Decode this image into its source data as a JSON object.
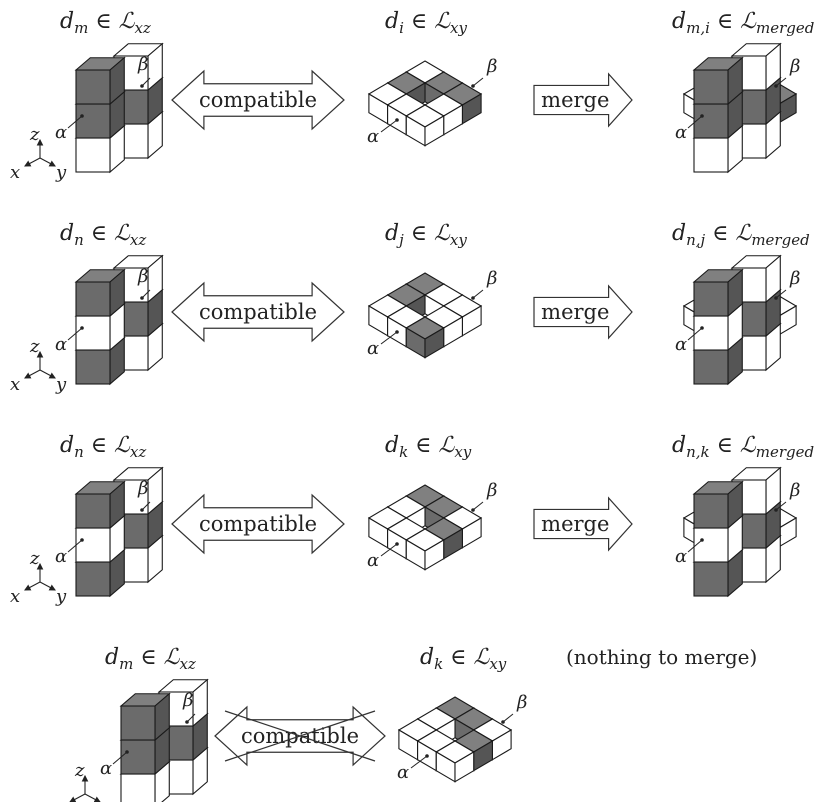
{
  "rows": [
    {
      "left": {
        "label": "d_m ∈ ℒ_xz",
        "var": "d",
        "sub": "m",
        "set": "xz",
        "pattern": [
          1,
          0,
          1,
          1,
          0,
          0
        ]
      },
      "relation": "compatible",
      "middle": {
        "label": "d_i ∈ ℒ_xy",
        "var": "d",
        "sub": "i",
        "set": "xy",
        "pattern": [
          0,
          1,
          1,
          1,
          0,
          0,
          0,
          0,
          0
        ]
      },
      "action": "merge",
      "right": {
        "label": "d_m,i ∈ ℒ_merged",
        "var": "d",
        "sub": "m,i",
        "set": "merged"
      }
    },
    {
      "left": {
        "label": "d_n ∈ ℒ_xz",
        "var": "d",
        "sub": "n",
        "set": "xz",
        "pattern": [
          1,
          0,
          0,
          1,
          1,
          0
        ]
      },
      "relation": "compatible",
      "middle": {
        "label": "d_j ∈ ℒ_xy",
        "var": "d",
        "sub": "j",
        "set": "xy",
        "pattern": [
          1,
          0,
          0,
          1,
          0,
          0,
          0,
          0,
          1
        ]
      },
      "action": "merge",
      "right": {
        "label": "d_n,j ∈ ℒ_merged",
        "var": "d",
        "sub": "n,j",
        "set": "merged"
      }
    },
    {
      "left": {
        "label": "d_n ∈ ℒ_xz",
        "var": "d",
        "sub": "n",
        "set": "xz",
        "pattern": [
          1,
          0,
          0,
          1,
          1,
          0
        ]
      },
      "relation": "compatible",
      "middle": {
        "label": "d_k ∈ ℒ_xy",
        "var": "d",
        "sub": "k",
        "set": "xy",
        "pattern": [
          1,
          1,
          0,
          0,
          0,
          1,
          0,
          0,
          0
        ]
      },
      "action": "merge",
      "right": {
        "label": "d_n,k ∈ ℒ_merged",
        "var": "d",
        "sub": "n,k",
        "set": "merged"
      }
    },
    {
      "left": {
        "label": "d_m ∈ ℒ_xz",
        "var": "d",
        "sub": "m",
        "set": "xz",
        "pattern": [
          1,
          0,
          1,
          1,
          0,
          0
        ]
      },
      "relation": "compatible",
      "relation_crossed": true,
      "middle": {
        "label": "d_k ∈ ℒ_xy",
        "var": "d",
        "sub": "k",
        "set": "xy",
        "pattern": [
          1,
          1,
          0,
          0,
          0,
          1,
          0,
          0,
          0
        ]
      },
      "action": "(nothing to merge)"
    }
  ],
  "axes_labels": {
    "z": "z",
    "x": "x",
    "y": "y"
  },
  "marker_labels": {
    "alpha": "α",
    "beta": "β"
  },
  "colors": {
    "shaded_face": "#6b6b6b",
    "shaded_top": "#808080",
    "shaded_side": "#555555",
    "white": "#ffffff",
    "stroke": "#1a1a1a",
    "arrow_stroke": "#333333"
  }
}
